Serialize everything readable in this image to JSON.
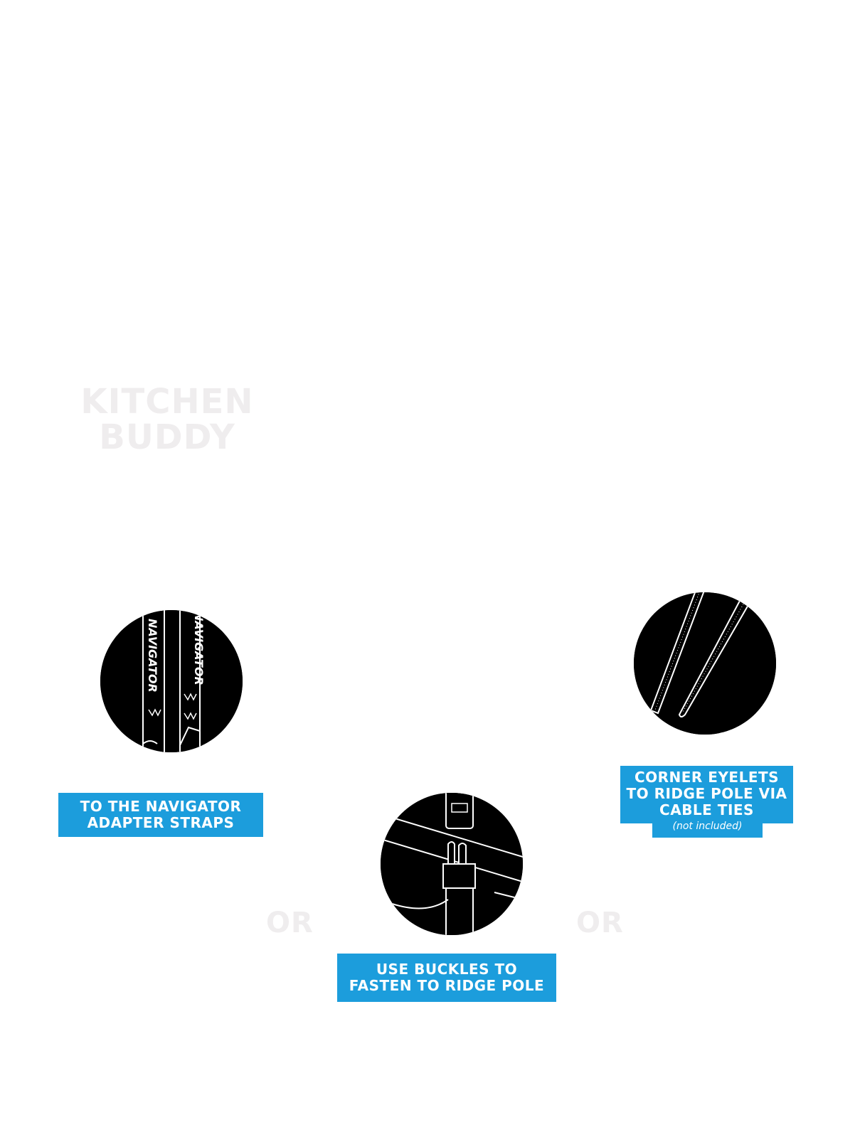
{
  "title": {
    "line1": "KITCHEN",
    "line2": "BUDDY"
  },
  "options": [
    {
      "illustration": "navigator-straps-icon",
      "label_line1": "TO THE NAVIGATOR",
      "label_line2": "ADAPTER STRAPS"
    },
    {
      "illustration": "buckle-icon",
      "label_line1": "USE BUCKLES TO",
      "label_line2": "FASTEN TO RIDGE POLE"
    },
    {
      "illustration": "cable-ties-icon",
      "label_line1": "CORNER EYELETS",
      "label_line2": "TO RIDGE POLE VIA",
      "label_line3": "CABLE TIES",
      "note": "(not included)"
    }
  ],
  "separators": {
    "left": "OR",
    "right": "OR"
  },
  "strap_text": "NAVIGATOR",
  "colors": {
    "accent": "#1c9ddc",
    "title": "#efedee",
    "circle": "#000000"
  }
}
